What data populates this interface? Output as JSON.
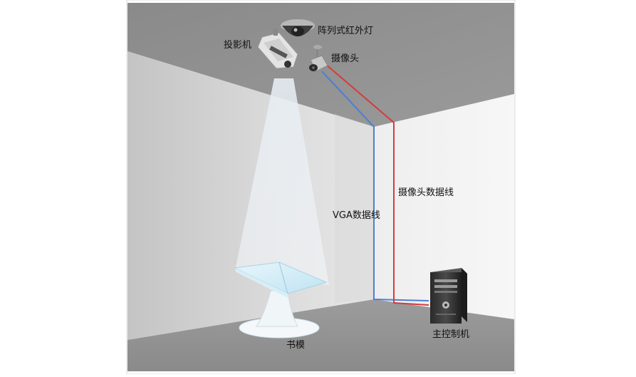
{
  "labels": {
    "ir_light": "阵列式红外灯",
    "projector": "投影机",
    "camera": "摄像头",
    "camera_cable": "摄像头数据线",
    "vga_cable": "VGA数据线",
    "book_model": "书模",
    "main_host": "主控制机"
  },
  "colors": {
    "vga_line": "#4a7fd4",
    "camera_line": "#d63b3b",
    "projection_light": "#eef3f7"
  },
  "icons": [
    "dome-ir-light-icon",
    "projector-icon",
    "camera-icon",
    "pc-tower-icon",
    "book-model-icon"
  ]
}
